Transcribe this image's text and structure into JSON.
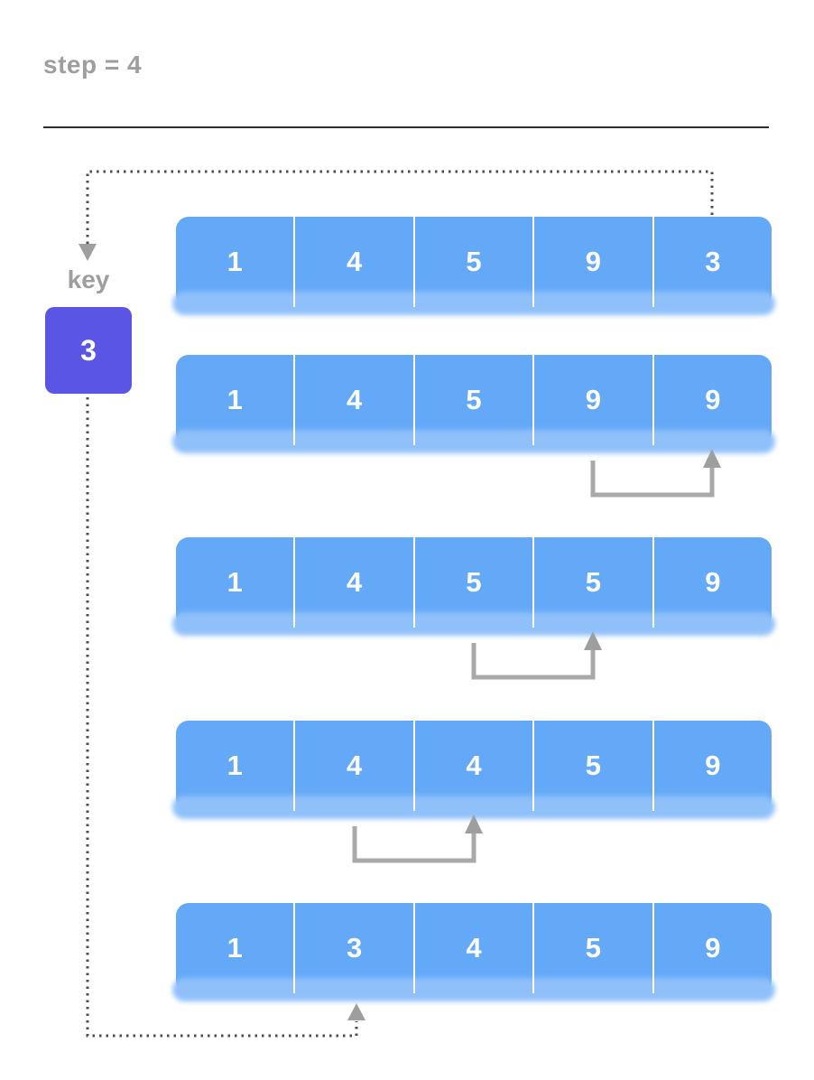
{
  "title": "step = 4",
  "key": {
    "label": "key",
    "value": "3"
  },
  "rows": [
    {
      "cells": [
        "1",
        "4",
        "5",
        "9",
        "3"
      ]
    },
    {
      "cells": [
        "1",
        "4",
        "5",
        "9",
        "9"
      ]
    },
    {
      "cells": [
        "1",
        "4",
        "5",
        "5",
        "9"
      ]
    },
    {
      "cells": [
        "1",
        "4",
        "4",
        "5",
        "9"
      ]
    },
    {
      "cells": [
        "1",
        "3",
        "4",
        "5",
        "9"
      ]
    }
  ],
  "colors": {
    "cell_blue": "#64A9F8",
    "cell_shadow": "#8FC0FA",
    "key_purple": "#5B55E6",
    "label_gray": "#9E9E9E",
    "arrow_gray": "#A9A9A9",
    "dotted_gray": "#4D4D4D"
  }
}
